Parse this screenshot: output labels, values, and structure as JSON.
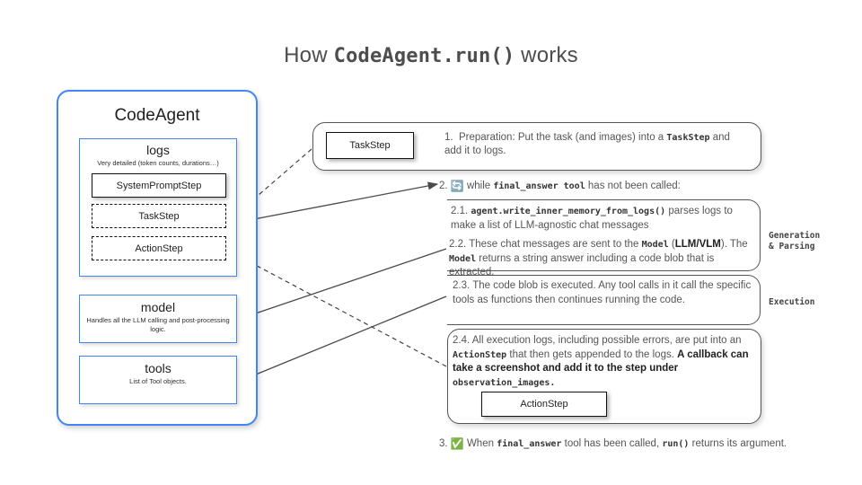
{
  "title": {
    "prefix": "How ",
    "code": "CodeAgent.run()",
    "suffix": " works"
  },
  "agent": {
    "name": "CodeAgent",
    "logs": {
      "title": "logs",
      "subtitle": "Very detailed (token counts, durations…)",
      "steps": [
        {
          "label": "SystemPromptStep",
          "style": "solid"
        },
        {
          "label": "TaskStep",
          "style": "dashed"
        },
        {
          "label": "ActionStep",
          "style": "dashed"
        }
      ]
    },
    "model": {
      "title": "model",
      "desc": "Handles all the LLM calling and post-processing logic."
    },
    "tools": {
      "title": "tools",
      "desc": "List of Tool objects."
    }
  },
  "flow": {
    "step1": {
      "chip": "TaskStep",
      "number": "1.",
      "text_a": "Preparation: Put the task (and images) into a ",
      "code_a": "TaskStep",
      "text_b": " and add it to logs."
    },
    "step2": {
      "number": "2.",
      "icon": "loop-emoji",
      "icon_glyph": "🔄",
      "text_a": "while ",
      "code_a": "final_answer tool",
      "text_b": " has not been called:"
    },
    "step21": {
      "number": "2.1.",
      "code_a": "agent.write_inner_memory_from_logs()",
      "text_a": " parses logs to make a list of LLM-agnostic chat messages"
    },
    "step22": {
      "number": "2.2.",
      "text_a": "These chat messages are sent to the ",
      "code_a": "Model",
      "text_b": " (",
      "bold_a": "LLM/VLM",
      "text_c": "). The ",
      "code_b": "Model",
      "text_d": " returns a string answer including a code blob that is extracted."
    },
    "step23": {
      "number": "2.3.",
      "text_a": "The code blob is executed. Any tool calls in it call the specific tools as functions then continues running the code."
    },
    "step24": {
      "number": "2.4.",
      "text_a": "All execution logs, including possible errors, are put into an ",
      "code_a": "ActionStep",
      "text_b": " that then gets appended to the logs. ",
      "bold_a": "A callback can  take a screenshot and add it to the step under ",
      "code_b": "observation_images.",
      "chip": "ActionStep"
    },
    "step3": {
      "number": "3.",
      "icon": "check-mark-emoji",
      "icon_glyph": "✅",
      "text_a": "When ",
      "code_a": "final_answer",
      "text_b": " tool has been called, ",
      "code_b": "run()",
      "text_c": " returns its argument."
    },
    "labels": {
      "generation": "Generation\n& Parsing",
      "generation_line1": "Generation",
      "generation_line2": "& Parsing",
      "execution": "Execution"
    }
  },
  "colors": {
    "brand_blue": "#4285f4",
    "text_gray": "#555555",
    "title_gray": "#4d4d4d",
    "outline_dark": "#111111"
  }
}
